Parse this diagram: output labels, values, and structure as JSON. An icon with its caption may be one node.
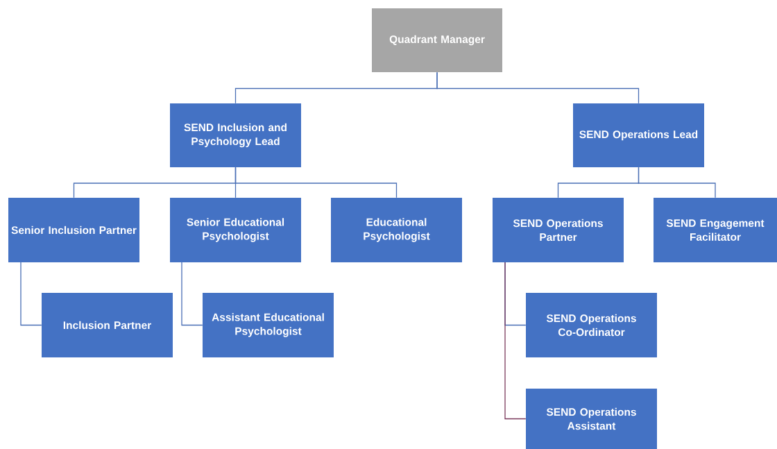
{
  "diagram": {
    "nodes": [
      {
        "text": [
          "Quadrant Manager"
        ]
      },
      {
        "text": [
          "SEND Inclusion and Psychology Lead"
        ]
      },
      {
        "text": [
          "SEND Operations Lead"
        ]
      },
      {
        "text": [
          "Senior Inclusion Partner"
        ]
      },
      {
        "text": [
          "Senior Educational Psychologist"
        ]
      },
      {
        "text": [
          "Educational Psychologist"
        ]
      },
      {
        "text": [
          "SEND Operations Partner"
        ]
      },
      {
        "text": [
          "SEND Engagement Facilitator"
        ]
      },
      {
        "text": [
          "Inclusion Partner"
        ]
      },
      {
        "text": [
          "Assistant Educational Psychologist"
        ]
      },
      {
        "text": [
          "SEND Operations Co-Ordinator"
        ]
      },
      {
        "text": [
          "SEND Operations Assistant"
        ]
      }
    ],
    "edges": [
      {
        "from": 0,
        "to": 1,
        "arrow": "none"
      },
      {
        "from": 0,
        "to": 2,
        "arrow": "none"
      },
      {
        "from": 1,
        "to": 3,
        "arrow": "none"
      },
      {
        "from": 1,
        "to": 4,
        "arrow": "none"
      },
      {
        "from": 1,
        "to": 5,
        "arrow": "none"
      },
      {
        "from": 2,
        "to": 6,
        "arrow": "none"
      },
      {
        "from": 2,
        "to": 7,
        "arrow": "none"
      },
      {
        "from": 3,
        "to": 8,
        "arrow": "none"
      },
      {
        "from": 4,
        "to": 9,
        "arrow": "none"
      },
      {
        "from": 6,
        "to": 10,
        "arrow": "none"
      },
      {
        "from": 6,
        "to": 11,
        "arrow": "none",
        "color": "#7b3a5c"
      }
    ]
  }
}
